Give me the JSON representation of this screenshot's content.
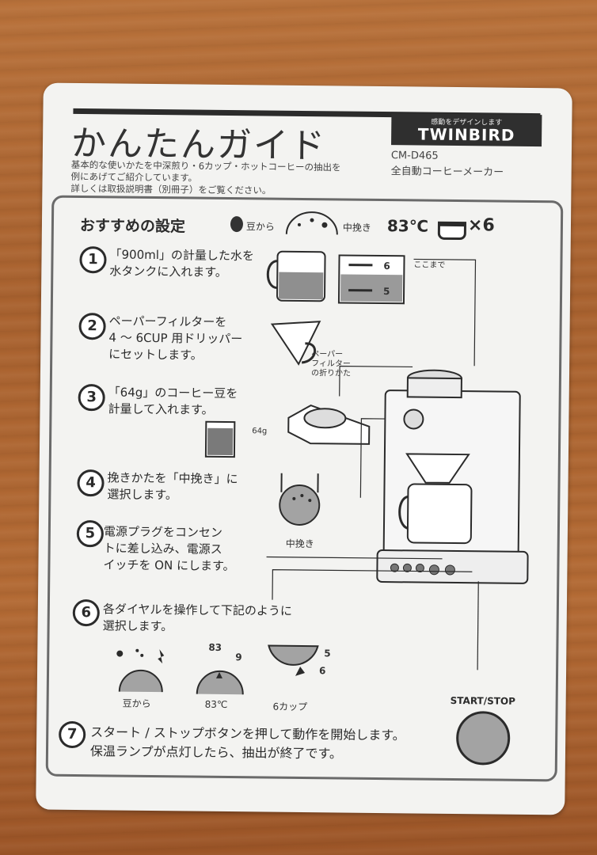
{
  "header": {
    "title": "かんたんガイド",
    "intro_lines": [
      "基本的な使いかたを中深煎り・6カップ・ホットコーヒーの抽出を",
      "例にあげてご紹介しています。",
      "詳しくは取扱説明書（別冊子）をご覧ください。"
    ],
    "brand_tag": "感動をデザインします",
    "brand": "TWINBIRD",
    "model": "CM-D465",
    "product": "全自動コーヒーメーカー"
  },
  "recommended": {
    "title": "おすすめの設定",
    "bean": "豆から",
    "grind": "中挽き",
    "temp": "83℃",
    "cups": "×6"
  },
  "steps": [
    {
      "num": "1",
      "lines": [
        "「900ml」の計量した水を",
        "水タンクに入れます。"
      ]
    },
    {
      "num": "2",
      "lines": [
        "ペーパーフィルターを",
        "4 ～ 6CUP 用ドリッパー",
        "にセットします。"
      ]
    },
    {
      "num": "3",
      "lines": [
        "「64g」のコーヒー豆を",
        "計量して入れます。"
      ]
    },
    {
      "num": "4",
      "lines": [
        "挽きかたを「中挽き」に",
        "選択します。"
      ]
    },
    {
      "num": "5",
      "lines": [
        "電源プラグをコンセン",
        "トに差し込み、電源ス",
        "イッチを ON にします。"
      ]
    },
    {
      "num": "6",
      "lines": [
        "各ダイヤルを操作して下記のように",
        "選択します。"
      ]
    },
    {
      "num": "7",
      "lines": [
        "スタート / ストップボタンを押して動作を開始します。",
        "保温ランプが点灯したら、抽出が終了です。"
      ]
    }
  ],
  "labels": {
    "fill_to": "ここまで",
    "mark_6": "6",
    "mark_5": "5",
    "paper_fold": [
      "ペーパー",
      "フィルター",
      "の折りかた"
    ],
    "beans_weight": "64g",
    "grind_dial": "中挽き",
    "dial_bean": "豆から",
    "dial_temp": "83℃",
    "dial_temp_83": "83",
    "dial_temp_9": "9",
    "dial_cup": "6カップ",
    "dial_cup_5": "5",
    "dial_cup_6": "6",
    "start_stop": "START/STOP"
  },
  "colors": {
    "card": "#f3f3f1",
    "ink": "#2b2b2b",
    "gray": "#a3a3a3",
    "wood": "#b06a34"
  }
}
